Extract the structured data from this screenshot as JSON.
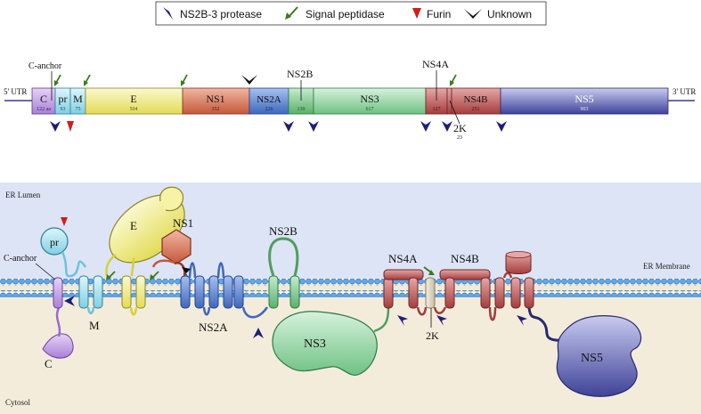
{
  "legend": {
    "items": [
      {
        "label": "NS2B-3 protease",
        "symbol": "protease-arrowhead-icon",
        "color": "#1e1f78"
      },
      {
        "label": "Signal peptidase",
        "symbol": "peptidase-arrow-icon",
        "color": "#3a7a1a"
      },
      {
        "label": "Furin",
        "symbol": "furin-triangle-icon",
        "color": "#d01e1e"
      },
      {
        "label": "Unknown",
        "symbol": "unknown-chevron-icon",
        "color": "#111111"
      }
    ]
  },
  "polyprotein": {
    "utr5": "5' UTR",
    "utr3": "3' UTR",
    "segments": [
      {
        "name": "C",
        "length": "122 aa",
        "color": "#c9a6e8"
      },
      {
        "name": "pr",
        "length": "93",
        "color": "#a9e3ef"
      },
      {
        "name": "M",
        "length": "75",
        "color": "#a9e3ef"
      },
      {
        "name": "E",
        "length": "504",
        "color": "#f2ee8a"
      },
      {
        "name": "NS1",
        "length": "352",
        "color": "#d9785a"
      },
      {
        "name": "NS2A",
        "length": "226",
        "color": "#5f86d6"
      },
      {
        "name": "NS2B",
        "length": "130",
        "color": "#7cc98a"
      },
      {
        "name": "NS3",
        "length": "617",
        "color": "#8fd3a0"
      },
      {
        "name": "NS4A",
        "length": "127",
        "color": "#c05a5a"
      },
      {
        "name": "NS4B",
        "length": "251",
        "color": "#c05a5a"
      },
      {
        "name": "NS5",
        "length": "903",
        "color": "#5a5fb5"
      }
    ],
    "callouts": {
      "c_anchor": "C-anchor",
      "ns2b": "NS2B",
      "ns4a": "NS4A",
      "k2": "2K",
      "k2_length": "23"
    }
  },
  "membrane": {
    "lumen_label": "ER Lumen",
    "membrane_label": "ER Membrane",
    "cytosol_label": "Cytosol",
    "protein_labels": {
      "pr": "pr",
      "c_anchor": "C-anchor",
      "e": "E",
      "ns1": "NS1",
      "ns2b": "NS2B",
      "ns4a": "NS4A",
      "ns4b": "NS4B",
      "m": "M",
      "c": "C",
      "ns2a": "NS2A",
      "ns3": "NS3",
      "k2": "2K",
      "ns5": "NS5"
    }
  }
}
